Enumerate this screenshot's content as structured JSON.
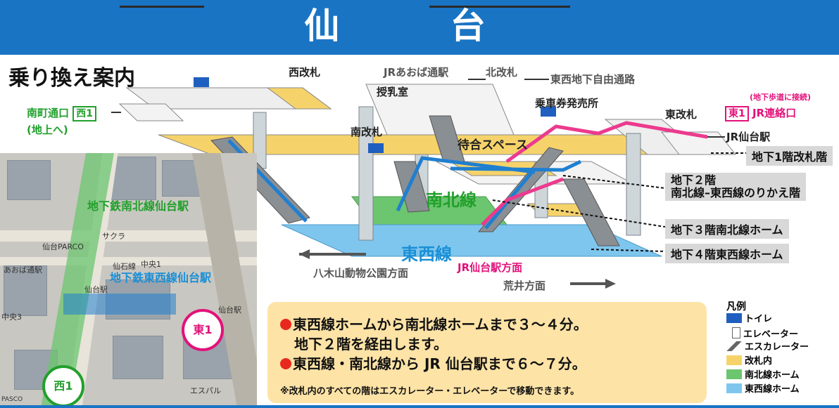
{
  "banner": {
    "title": "仙 台"
  },
  "heading": "乗り換え案内",
  "labels": {
    "west_gate": "西改札",
    "jr_aoba": "JRあおば通駅",
    "north_gate": "北改札",
    "tozai_free_passage": "東西地下自由通路",
    "nursing_room": "授乳室",
    "ticket_office": "乗車券発売所",
    "east_gate": "東改札",
    "underground_connect": "(地下歩道に接続)",
    "east_exit_code": "東1",
    "east_exit_name": "JR連絡口",
    "jr_sendai_st": "JR仙台駅",
    "south_gate": "南改札",
    "waiting_space": "待合スペース",
    "minami_exit_name": "南町通口",
    "minami_exit_sub": "(地上へ)",
    "west_exit_code": "西1",
    "nanboku_line": "南北線",
    "tozai_line": "東西線",
    "yagiyama_dir": "八木山動物公園方面",
    "jr_sendai_dir": "JR仙台駅方面",
    "arai_dir": "荒井方面"
  },
  "floors": {
    "b1": "地下1階改札階",
    "b2_line1": "地下２階",
    "b2_line2": "南北線–東西線のりかえ階",
    "b3": "地下３階南北線ホーム",
    "b4": "地下４階東西線ホーム"
  },
  "map": {
    "nanboku_station": "地下鉄南北線仙台駅",
    "tozai_station": "地下鉄東西線仙台駅",
    "label_aoba": "あおば通駅",
    "label_sendai_eki": "仙台駅",
    "label_sendai_eki_r": "仙台駅",
    "label_chuo": "中央1",
    "label_sakura": "サクラ",
    "label_parco": "仙台PARCO",
    "label_ebeans": "エスパル",
    "label_ryokan": "仙石線",
    "label_chuo3": "中央3",
    "label_pasco": "PASCO",
    "circle_east": "東1",
    "circle_west": "西1"
  },
  "note": {
    "line1": "東西線ホームから南北線ホームまで３〜４分。",
    "line2": "地下２階を経由します。",
    "line3": "東西線・南北線から JR 仙台駅まで６〜７分。",
    "small": "※改札内のすべての階はエスカレーター・エレベーターで移動できます。"
  },
  "legend": {
    "title": "凡例",
    "toilet": "トイレ",
    "elevator": "エレベーター",
    "escalator": "エスカレーター",
    "gate_area": "改札内",
    "nanboku_platform": "南北線ホーム",
    "tozai_platform": "東西線ホーム"
  },
  "colors": {
    "banner": "#1a74c4",
    "gate_area": "#f6d36a",
    "nanboku": "#6cc56f",
    "tozai": "#7fc6ee",
    "pink_route": "#ec3a8e",
    "blue_route": "#1f7fd0",
    "note_bg": "#fde3a6"
  }
}
